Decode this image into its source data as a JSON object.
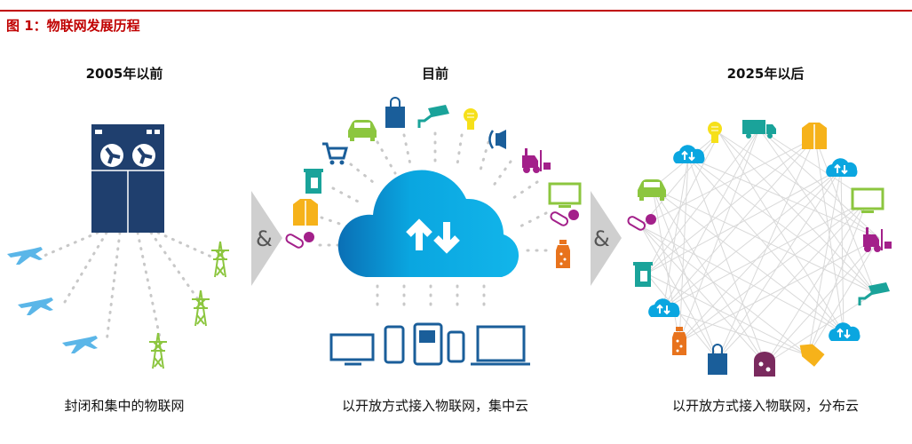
{
  "figure": {
    "title": "图 1：物联网发展历程",
    "stages": [
      {
        "heading": "2005年以前",
        "caption": "封闭和集中的物联网"
      },
      {
        "heading": "目前",
        "caption": "以开放方式接入物联网，集中云"
      },
      {
        "heading": "2025年以后",
        "caption": "以开放方式接入物联网，分布云"
      }
    ],
    "connector": "&"
  },
  "colors": {
    "title": "#c00000",
    "server": "#1f3f6e",
    "cloud": "#0aa6e0",
    "plane": "#5bb6e8",
    "tower": "#8cc63f",
    "device": "#1a5e9a",
    "arrow": "#cfcfcf"
  },
  "icons": [
    "server-icon",
    "airplane-icon",
    "power-tower-icon",
    "cloud-icon",
    "car-icon",
    "shopping-bag-icon",
    "cctv-camera-icon",
    "light-bulb-icon",
    "speaker-icon",
    "forklift-icon",
    "monitor-icon",
    "pill-icon",
    "bottle-icon",
    "jacket-icon",
    "coffee-machine-icon",
    "shopping-cart-icon",
    "truck-icon",
    "bread-icon",
    "price-tag-icon",
    "tablet-icon",
    "phone-icon",
    "laptop-icon"
  ]
}
